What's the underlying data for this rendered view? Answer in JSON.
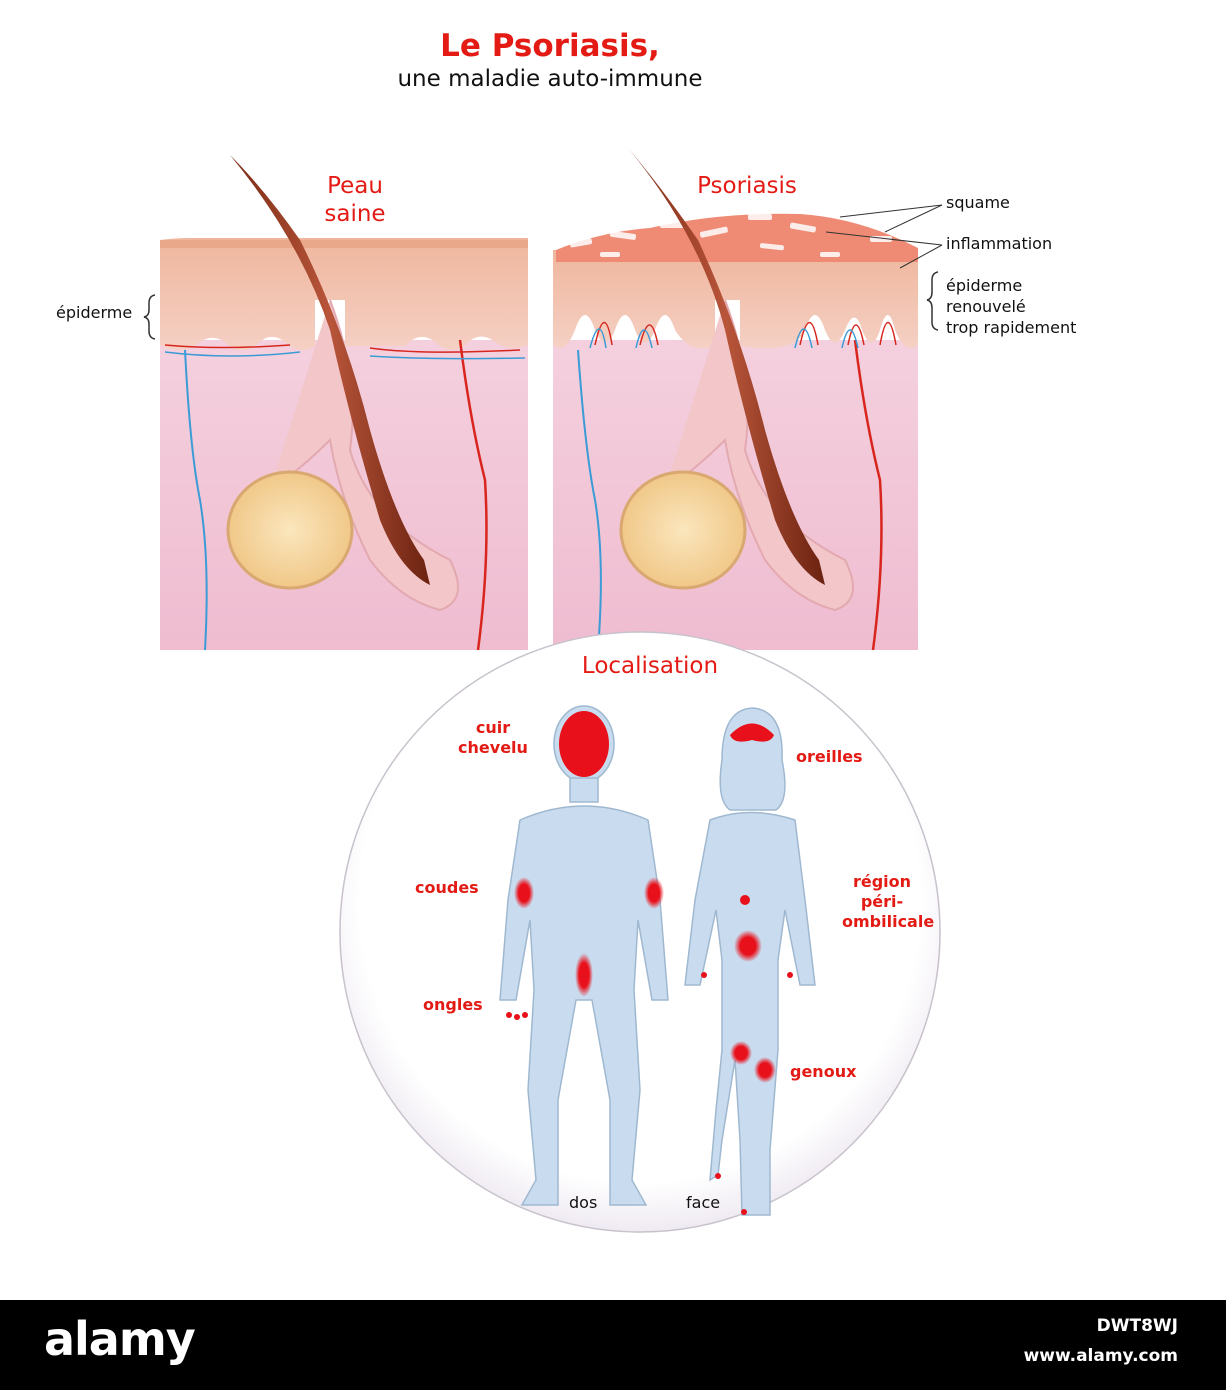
{
  "title": "Le Psoriasis,",
  "subtitle": "une maladie auto-immune",
  "panels": {
    "healthy": {
      "label_line1": "Peau",
      "label_line2": "saine"
    },
    "psoriasis": {
      "label": "Psoriasis"
    }
  },
  "annotations": {
    "epiderme": "épiderme",
    "squame": "squame",
    "inflammation": "inflammation",
    "renewed_line1": "épiderme",
    "renewed_line2": "renouvelé",
    "renewed_line3": "trop rapidement"
  },
  "localisation": {
    "title": "Localisation",
    "cuir_line1": "cuir",
    "cuir_line2": "chevelu",
    "oreilles": "oreilles",
    "coudes": "coudes",
    "region_line1": "région",
    "region_line2": "péri-",
    "region_line3": "ombilicale",
    "ongles": "ongles",
    "genoux": "genoux",
    "dos": "dos",
    "face": "face"
  },
  "footer": {
    "brand": "alamy",
    "image_code": "DWT8WJ",
    "url": "www.alamy.com"
  },
  "colors": {
    "title_red": "#e31b14",
    "skin_pink": "#f3c9d6",
    "epidermis": "#f0b8a0",
    "body_blue": "#c9dcef",
    "lesion_red": "#e8101a",
    "vein_blue": "#3b9bd6",
    "artery_red": "#d8261e"
  }
}
